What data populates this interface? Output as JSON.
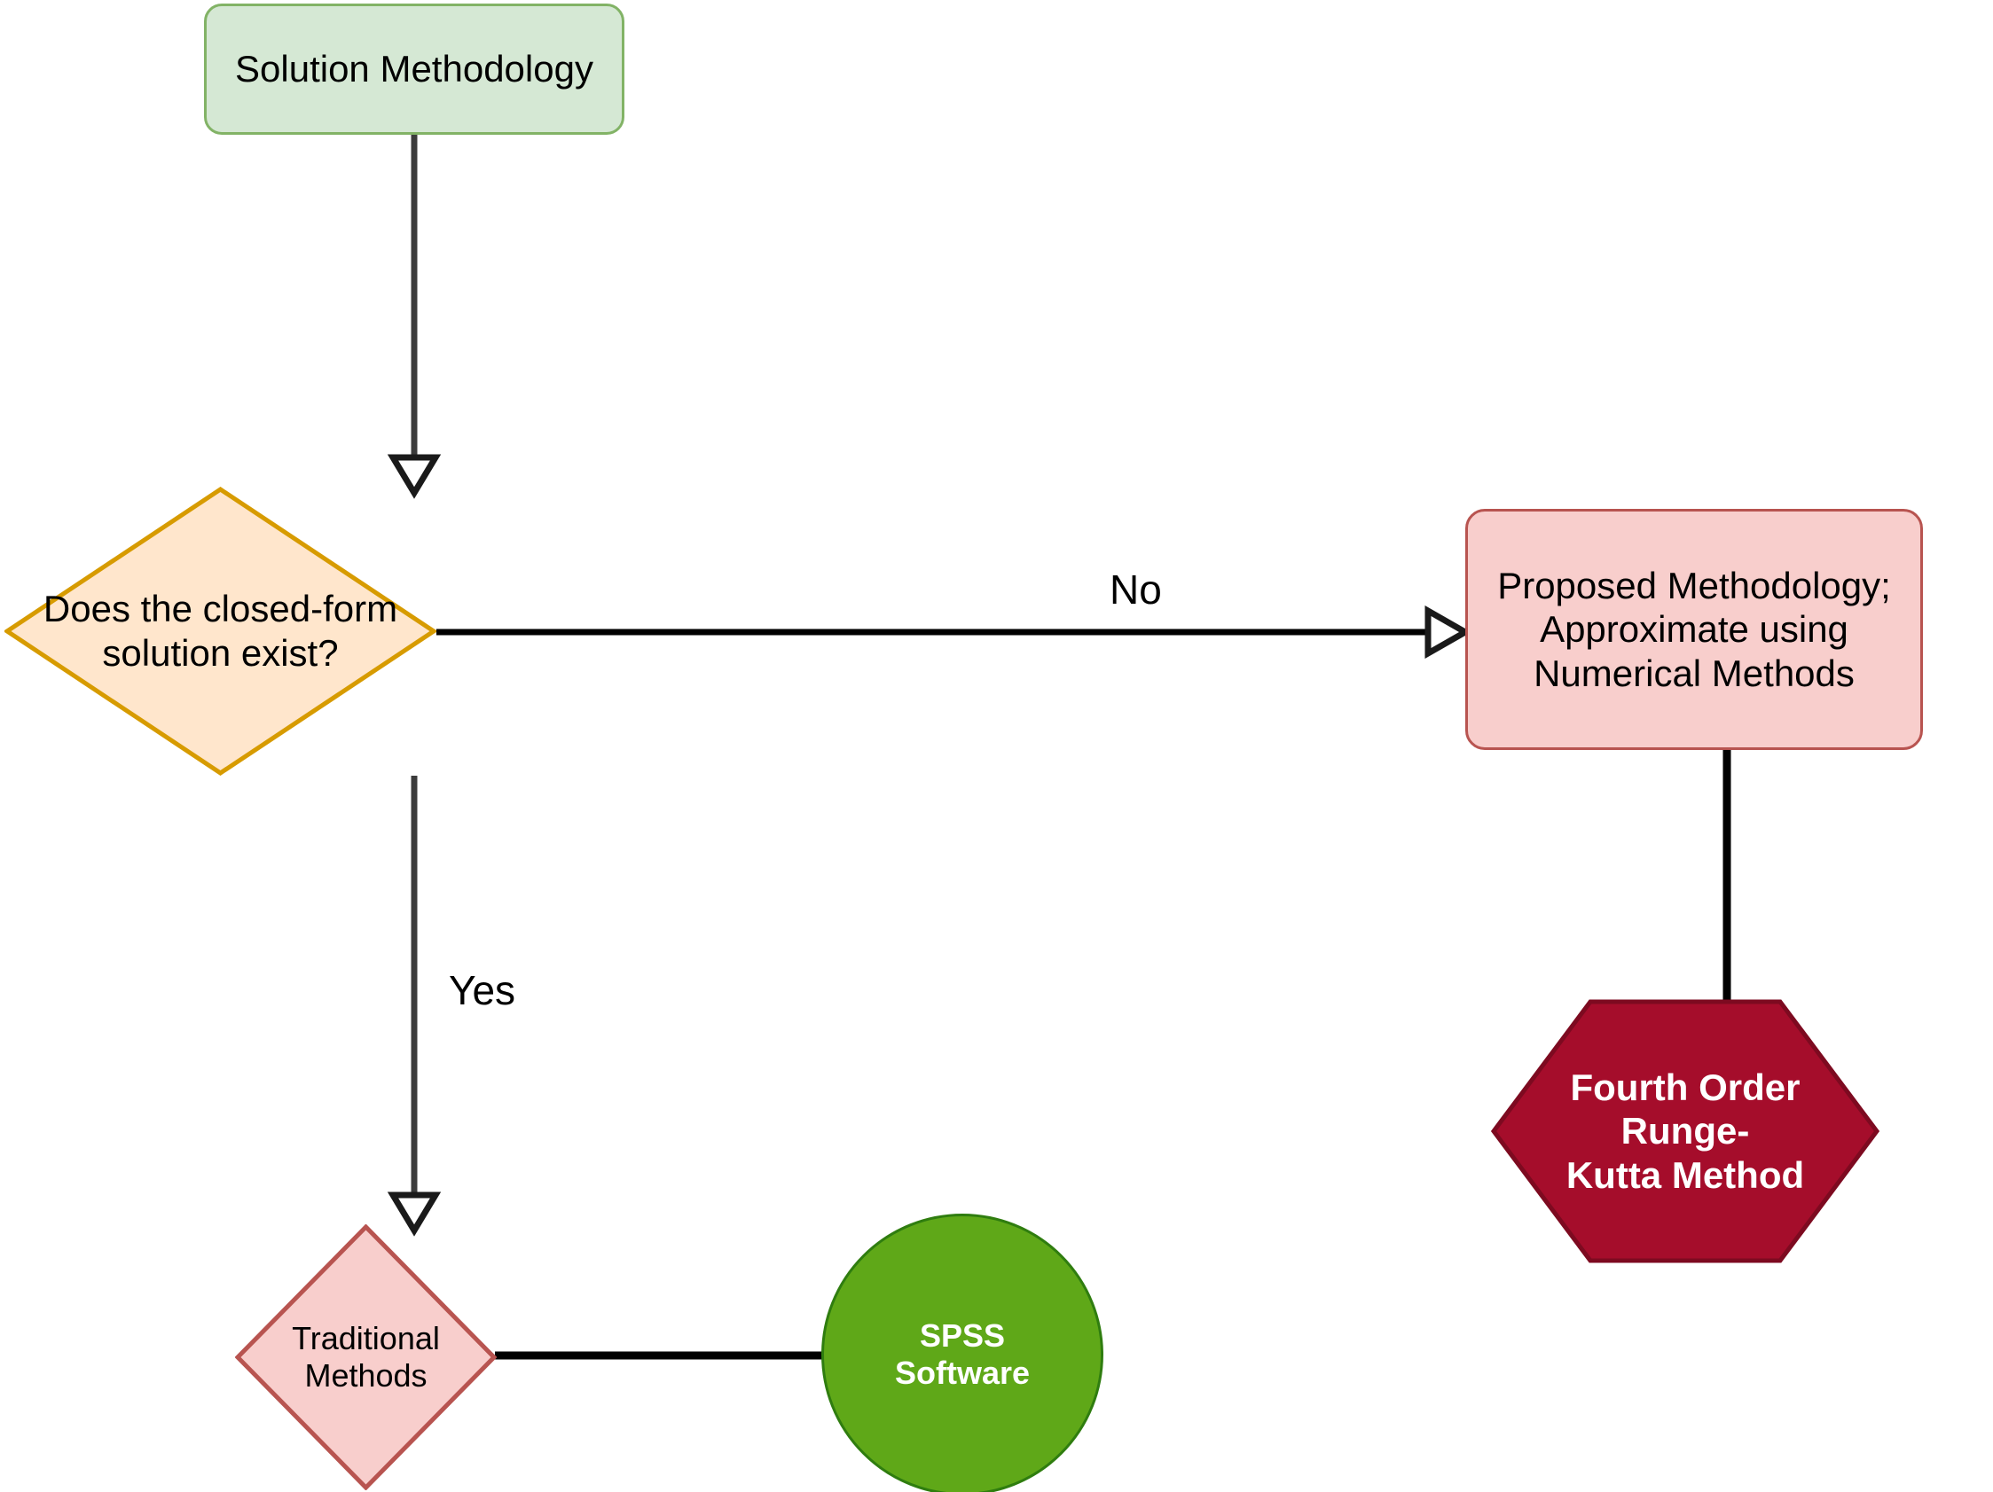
{
  "diagram": {
    "title": "Solution Methodology Flowchart",
    "background": "#ffffff",
    "nodes": {
      "start": {
        "label": "Solution Methodology",
        "shape": "rounded-rectangle",
        "fill": "#d5e8d4",
        "stroke": "#82b366",
        "text_color": "#000000"
      },
      "decision": {
        "label": "Does the closed-form solution exist?",
        "shape": "diamond",
        "fill": "#ffe6cc",
        "stroke": "#d79b00",
        "text_color": "#000000"
      },
      "proposed": {
        "label": "Proposed Methodology;\nApproximate using\nNumerical Methods",
        "shape": "rounded-rectangle",
        "fill": "#f8cecc",
        "stroke": "#b85450",
        "text_color": "#000000"
      },
      "rk4": {
        "label": "Fourth Order Runge-\nKutta Method",
        "shape": "hexagon",
        "fill": "#a50d2b",
        "stroke": "#7d0a20",
        "text_color": "#ffffff"
      },
      "traditional": {
        "label": "Traditional\nMethods",
        "shape": "diamond",
        "fill": "#f8cecc",
        "stroke": "#b85450",
        "text_color": "#000000"
      },
      "spss": {
        "label": "SPSS\nSoftware",
        "shape": "circle",
        "fill": "#5fa818",
        "stroke": "#2f7d0f",
        "text_color": "#ffffff"
      }
    },
    "edges": [
      {
        "id": "start-to-decision",
        "from": "start",
        "to": "decision",
        "label": "",
        "arrow": "open-triangle",
        "color": "#3b3b3b"
      },
      {
        "id": "decision-to-proposed",
        "from": "decision",
        "to": "proposed",
        "label": "No",
        "arrow": "open-triangle",
        "color": "#000000"
      },
      {
        "id": "decision-to-traditional",
        "from": "decision",
        "to": "traditional",
        "label": "Yes",
        "arrow": "open-triangle",
        "color": "#3b3b3b"
      },
      {
        "id": "proposed-to-rk4",
        "from": "proposed",
        "to": "rk4",
        "label": "",
        "arrow": "none",
        "color": "#000000"
      },
      {
        "id": "traditional-to-spss",
        "from": "traditional",
        "to": "spss",
        "label": "",
        "arrow": "none",
        "color": "#000000"
      }
    ]
  }
}
